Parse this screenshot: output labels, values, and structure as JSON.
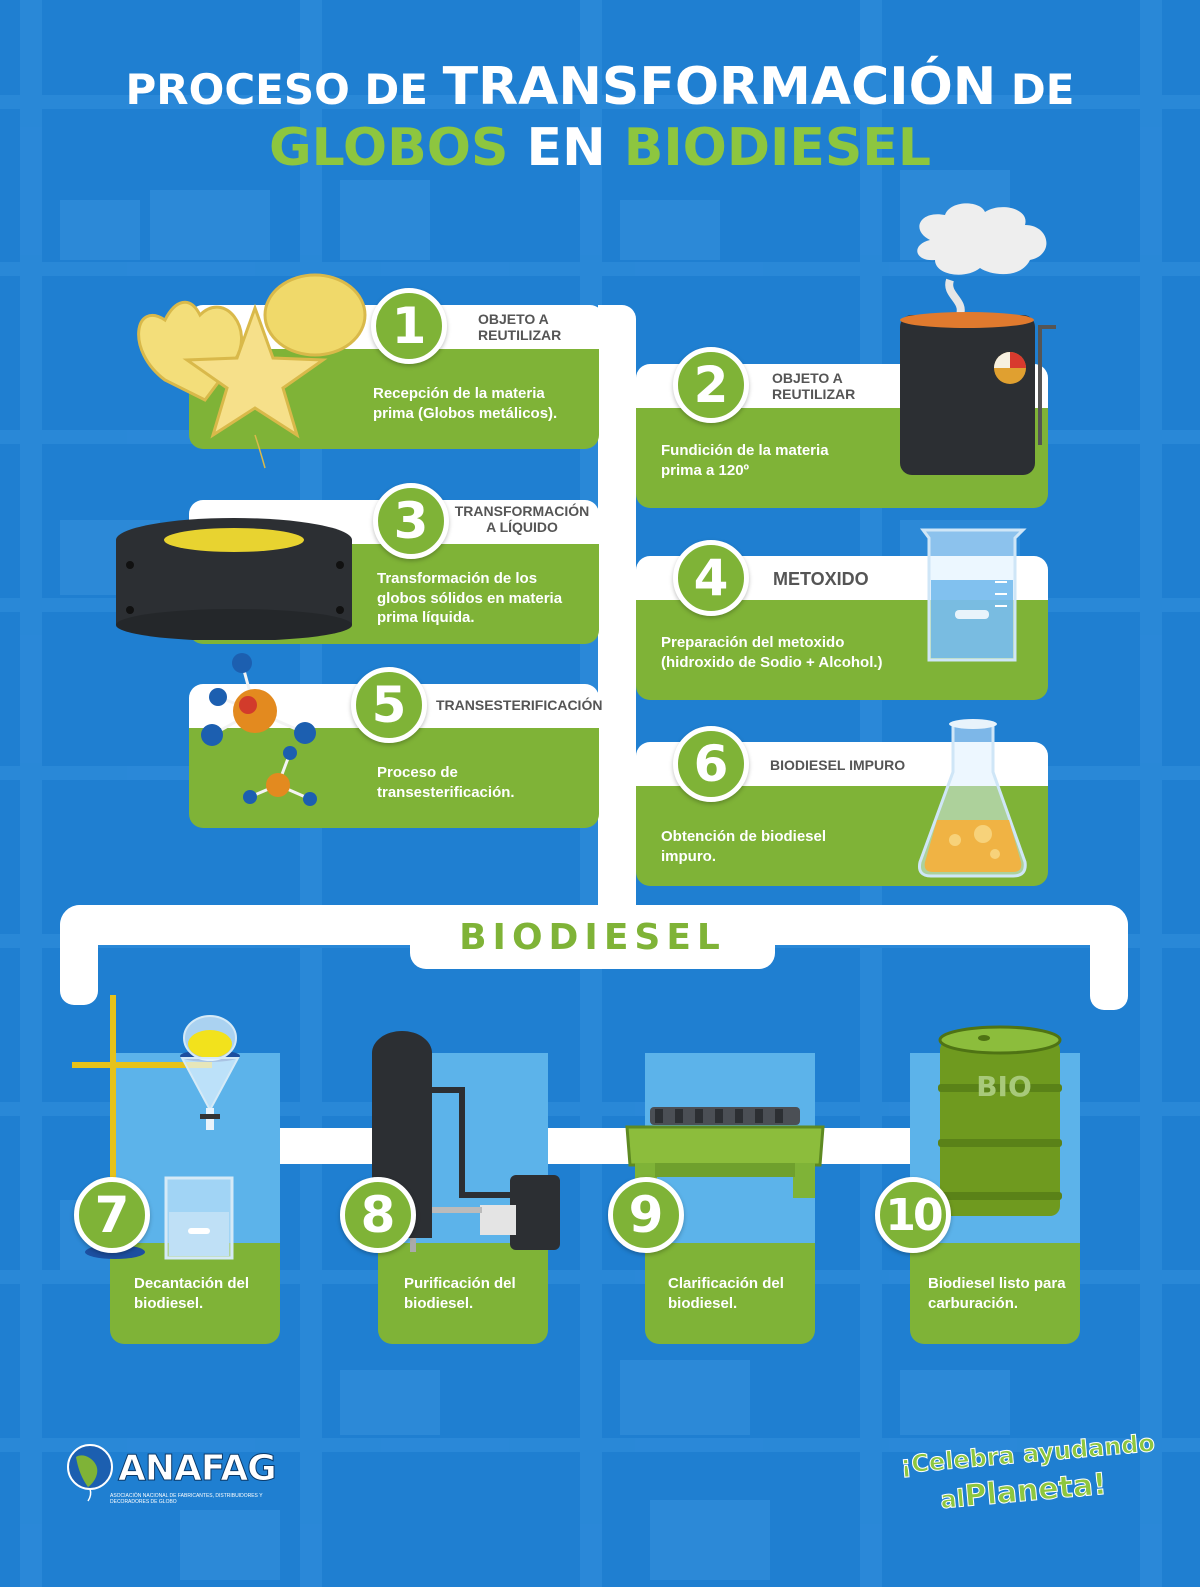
{
  "title": {
    "line1_a": "PROCESO DE ",
    "line1_b": "TRANSFORMACIÓN",
    "line1_c": " DE",
    "line2_a": "GLOBOS",
    "line2_b": " EN ",
    "line2_c": "BIODIESEL"
  },
  "colors": {
    "background": "#1f7fd1",
    "green": "#7fb337",
    "title_green": "#8dc63f",
    "white": "#ffffff"
  },
  "steps": [
    {
      "number": "1",
      "label": "OBJETO A REUTILIZAR",
      "description": "Recepción de la materia prima (Globos metálicos).",
      "icon": "balloons-icon"
    },
    {
      "number": "2",
      "label": "OBJETO A REUTILIZAR",
      "description": "Fundición de la materia prima a 120º",
      "icon": "melting-tank-icon"
    },
    {
      "number": "3",
      "label": "TRANSFORMACIÓN A LÍQUIDO",
      "description": "Transformación de los globos sólidos en materia prima líquida.",
      "icon": "liquid-tank-icon"
    },
    {
      "number": "4",
      "label": "METOXIDO",
      "description": "Preparación del metoxido (hidroxido de Sodio + Alcohol.)",
      "icon": "beaker-icon"
    },
    {
      "number": "5",
      "label": "TRANSESTERIFICACIÓN",
      "description": "Proceso de transesterificación.",
      "icon": "molecule-icon"
    },
    {
      "number": "6",
      "label": "BIODIESEL IMPURO",
      "description": "Obtención de biodiesel impuro.",
      "icon": "flask-icon"
    }
  ],
  "banner": "BIODIESEL",
  "bottom_steps": [
    {
      "number": "7",
      "description": "Decantación del biodiesel.",
      "icon": "separatory-funnel-icon"
    },
    {
      "number": "8",
      "description": "Purificación del biodiesel.",
      "icon": "purifier-icon"
    },
    {
      "number": "9",
      "description": "Clarificación del biodiesel.",
      "icon": "clarifier-icon"
    },
    {
      "number": "10",
      "description": "Biodiesel listo para carburación.",
      "icon": "bio-barrel-icon"
    }
  ],
  "barrel_text": "BIO",
  "footer": {
    "logo": "ANAFAG",
    "logo_subtitle": "ASOCIACIÓN NACIONAL DE FABRICANTES, DISTRIBUIDORES Y DECORADORES DE GLOBO",
    "slogan_line1": "¡Celebra ayudando",
    "slogan_al": "al",
    "slogan_planeta": "Planeta!"
  }
}
